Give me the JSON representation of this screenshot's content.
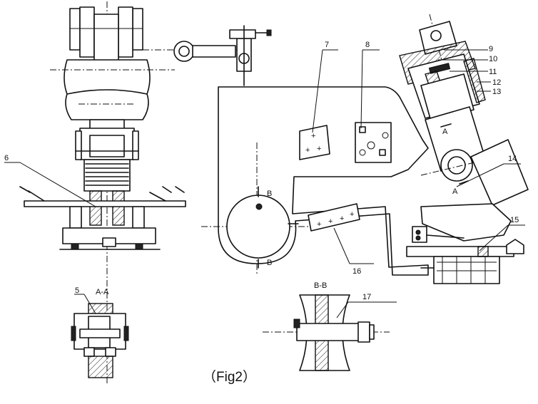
{
  "diagram": {
    "caption": "（Fig2）",
    "section_labels": {
      "aa": "A-A",
      "bb": "B-B",
      "a_top": "A",
      "a_bottom": "A",
      "b_top": "B",
      "b_bottom": "B"
    },
    "callouts": [
      "5",
      "6",
      "7",
      "8",
      "9",
      "10",
      "11",
      "12",
      "13",
      "14",
      "15",
      "16",
      "17"
    ]
  }
}
